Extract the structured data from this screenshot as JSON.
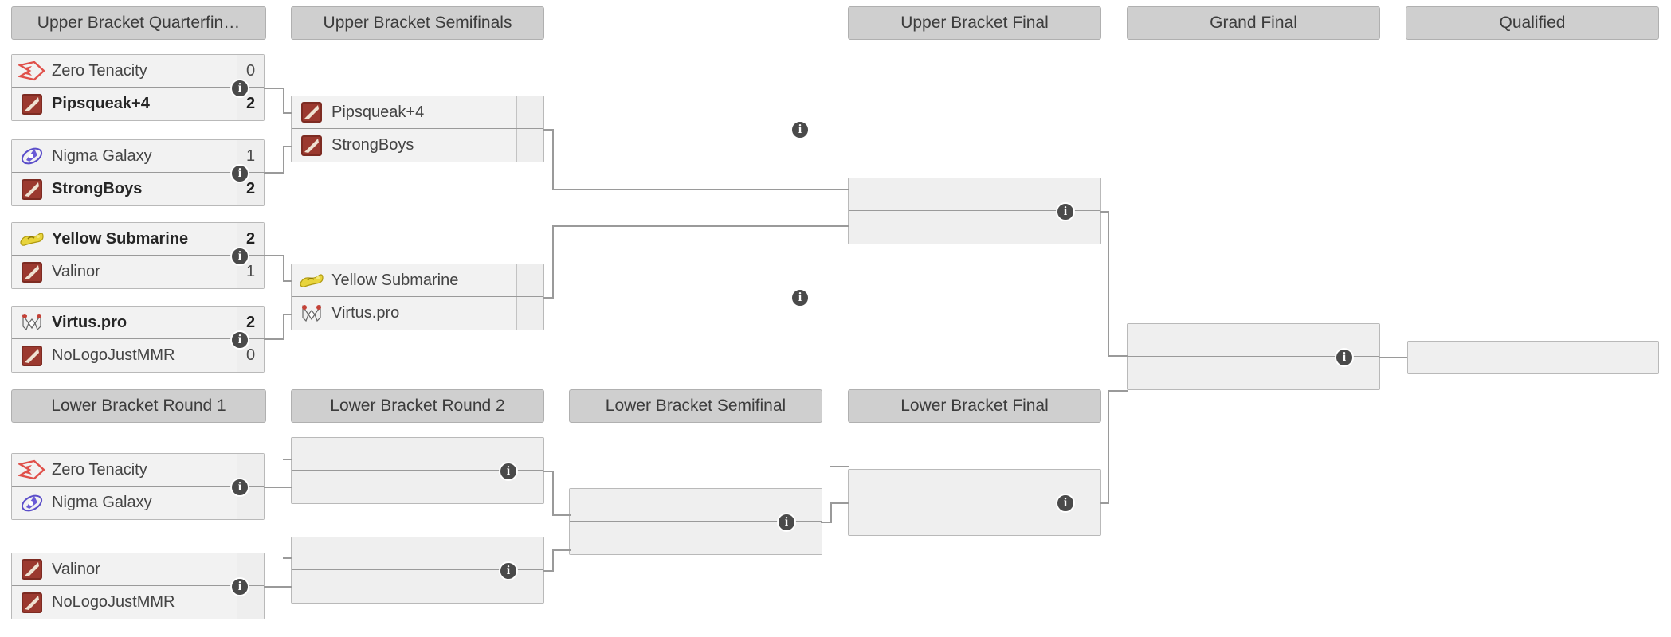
{
  "rounds": [
    {
      "id": "ubqf",
      "label": "Upper Bracket Quarterfin…"
    },
    {
      "id": "ubsf",
      "label": "Upper Bracket Semifinals"
    },
    {
      "id": "ubf",
      "label": "Upper Bracket Final"
    },
    {
      "id": "gf",
      "label": "Grand Final"
    },
    {
      "id": "qual",
      "label": "Qualified"
    },
    {
      "id": "lbr1",
      "label": "Lower Bracket Round 1"
    },
    {
      "id": "lbr2",
      "label": "Lower Bracket Round 2"
    },
    {
      "id": "lbsf",
      "label": "Lower Bracket Semifinal"
    },
    {
      "id": "lbf",
      "label": "Lower Bracket Final"
    }
  ],
  "info_glyph": "i",
  "matches": {
    "ubqf1": {
      "top": {
        "team": "Zero Tenacity",
        "logo": "zero-tenacity-logo",
        "score": "0",
        "winner": false
      },
      "bottom": {
        "team": "Pipsqueak+4",
        "logo": "dota-default-logo",
        "score": "2",
        "winner": true
      }
    },
    "ubqf2": {
      "top": {
        "team": "Nigma Galaxy",
        "logo": "nigma-galaxy-logo",
        "score": "1",
        "winner": false
      },
      "bottom": {
        "team": "StrongBoys",
        "logo": "dota-default-logo",
        "score": "2",
        "winner": true
      }
    },
    "ubqf3": {
      "top": {
        "team": "Yellow Submarine",
        "logo": "yellow-submarine-logo",
        "score": "2",
        "winner": true
      },
      "bottom": {
        "team": "Valinor",
        "logo": "dota-default-logo",
        "score": "1",
        "winner": false
      }
    },
    "ubqf4": {
      "top": {
        "team": "Virtus.pro",
        "logo": "virtus-pro-logo",
        "score": "2",
        "winner": true
      },
      "bottom": {
        "team": "NoLogoJustMMR",
        "logo": "dota-default-logo",
        "score": "0",
        "winner": false
      }
    },
    "ubsf1": {
      "top": {
        "team": "Pipsqueak+4",
        "logo": "dota-default-logo",
        "score": "",
        "winner": false
      },
      "bottom": {
        "team": "StrongBoys",
        "logo": "dota-default-logo",
        "score": "",
        "winner": false
      }
    },
    "ubsf2": {
      "top": {
        "team": "Yellow Submarine",
        "logo": "yellow-submarine-logo",
        "score": "",
        "winner": false
      },
      "bottom": {
        "team": "Virtus.pro",
        "logo": "virtus-pro-logo",
        "score": "",
        "winner": false
      }
    },
    "ubf1": {
      "top": {
        "team": "",
        "logo": "",
        "score": "",
        "winner": false
      },
      "bottom": {
        "team": "",
        "logo": "",
        "score": "",
        "winner": false
      }
    },
    "gf1": {
      "top": {
        "team": "",
        "logo": "",
        "score": "",
        "winner": false
      },
      "bottom": {
        "team": "",
        "logo": "",
        "score": "",
        "winner": false
      }
    },
    "qual1": {
      "top": {
        "team": "",
        "logo": "",
        "score": "",
        "winner": false
      }
    },
    "lbr1m1": {
      "top": {
        "team": "Zero Tenacity",
        "logo": "zero-tenacity-logo",
        "score": "",
        "winner": false
      },
      "bottom": {
        "team": "Nigma Galaxy",
        "logo": "nigma-galaxy-logo",
        "score": "",
        "winner": false
      }
    },
    "lbr1m2": {
      "top": {
        "team": "Valinor",
        "logo": "dota-default-logo",
        "score": "",
        "winner": false
      },
      "bottom": {
        "team": "NoLogoJustMMR",
        "logo": "dota-default-logo",
        "score": "",
        "winner": false
      }
    },
    "lbr2m1": {
      "top": {
        "team": "",
        "logo": "",
        "score": "",
        "winner": false
      },
      "bottom": {
        "team": "",
        "logo": "",
        "score": "",
        "winner": false
      }
    },
    "lbr2m2": {
      "top": {
        "team": "",
        "logo": "",
        "score": "",
        "winner": false
      },
      "bottom": {
        "team": "",
        "logo": "",
        "score": "",
        "winner": false
      }
    },
    "lbsf1": {
      "top": {
        "team": "",
        "logo": "",
        "score": "",
        "winner": false
      },
      "bottom": {
        "team": "",
        "logo": "",
        "score": "",
        "winner": false
      }
    },
    "lbf1": {
      "top": {
        "team": "",
        "logo": "",
        "score": "",
        "winner": false
      },
      "bottom": {
        "team": "",
        "logo": "",
        "score": "",
        "winner": false
      }
    }
  },
  "colors": {
    "header_bg": "#cfcfcf",
    "match_bg": "#f2f2f2",
    "empty_bg": "#efefef",
    "border": "#b9b9b9",
    "connector": "#9a9a9a",
    "info_badge": "#4a4a4a",
    "text": "#444444",
    "winner_text": "#262626"
  }
}
